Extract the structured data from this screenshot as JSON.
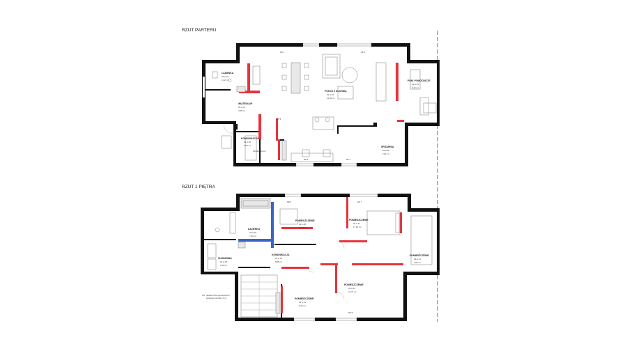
{
  "plans": [
    {
      "heading": "RZUT PARTERU",
      "rooms": [
        {
          "name": "ŁAZIENKA",
          "code": "02.A.02",
          "area": "2,42 m²"
        },
        {
          "name": "WIATROŁAP",
          "code": "02.A.01",
          "area": "3,85 m²"
        },
        {
          "name": "POKÓJ Z KUCHNIĄ",
          "code": "02.A.03",
          "area": "41,46 m²"
        },
        {
          "name": "POM. POMOCNICZE",
          "code": "02.A.04",
          "area": "9,42 m²"
        },
        {
          "name": "KOMUNIKACJA",
          "code": "02.A.05",
          "area": "2,84 m²"
        },
        {
          "name": "SPIŻARNIA",
          "code": "02.A.06",
          "area": "7,81 m²"
        }
      ],
      "labels": [
        "NP 1",
        "NP 4",
        "NP 2",
        "NP 3",
        "ŚCIANA 10 cm",
        "NP 5"
      ]
    },
    {
      "heading": "RZUT 1 PIĘTRA",
      "rooms": [
        {
          "name": "ŁAZIENKA",
          "code": "02.A.02",
          "area": "7,53 m²"
        },
        {
          "name": "POMIESZCZENIE",
          "code": "02.A.08",
          "area": "13,78 m²"
        },
        {
          "name": "POMIESZCZENIE",
          "code": "02.A.11",
          "area": "17,60 m²"
        },
        {
          "name": "KOMUNIKACJA",
          "code": "02.A.10",
          "area": "8,85 m²"
        },
        {
          "name": "SUSZARNIA",
          "code": "02.A.09",
          "area": "2,46 m²"
        },
        {
          "name": "POMIESZCZENIE",
          "code": "02.A.13",
          "area": "6,23 m²"
        },
        {
          "name": "POMIESZCZENIE",
          "code": "02.A.12",
          "area": "21,37 m²"
        },
        {
          "name": "POMIESZCZENIE",
          "code": "02.A.14",
          "area": "6,86 m²"
        }
      ],
      "labels": [
        "NP 6",
        "NP 7",
        "NP 8"
      ],
      "note": [
        "powierzchnia pomieszczeń",
        "przekroju poniżej 1,9 m"
      ]
    }
  ]
}
